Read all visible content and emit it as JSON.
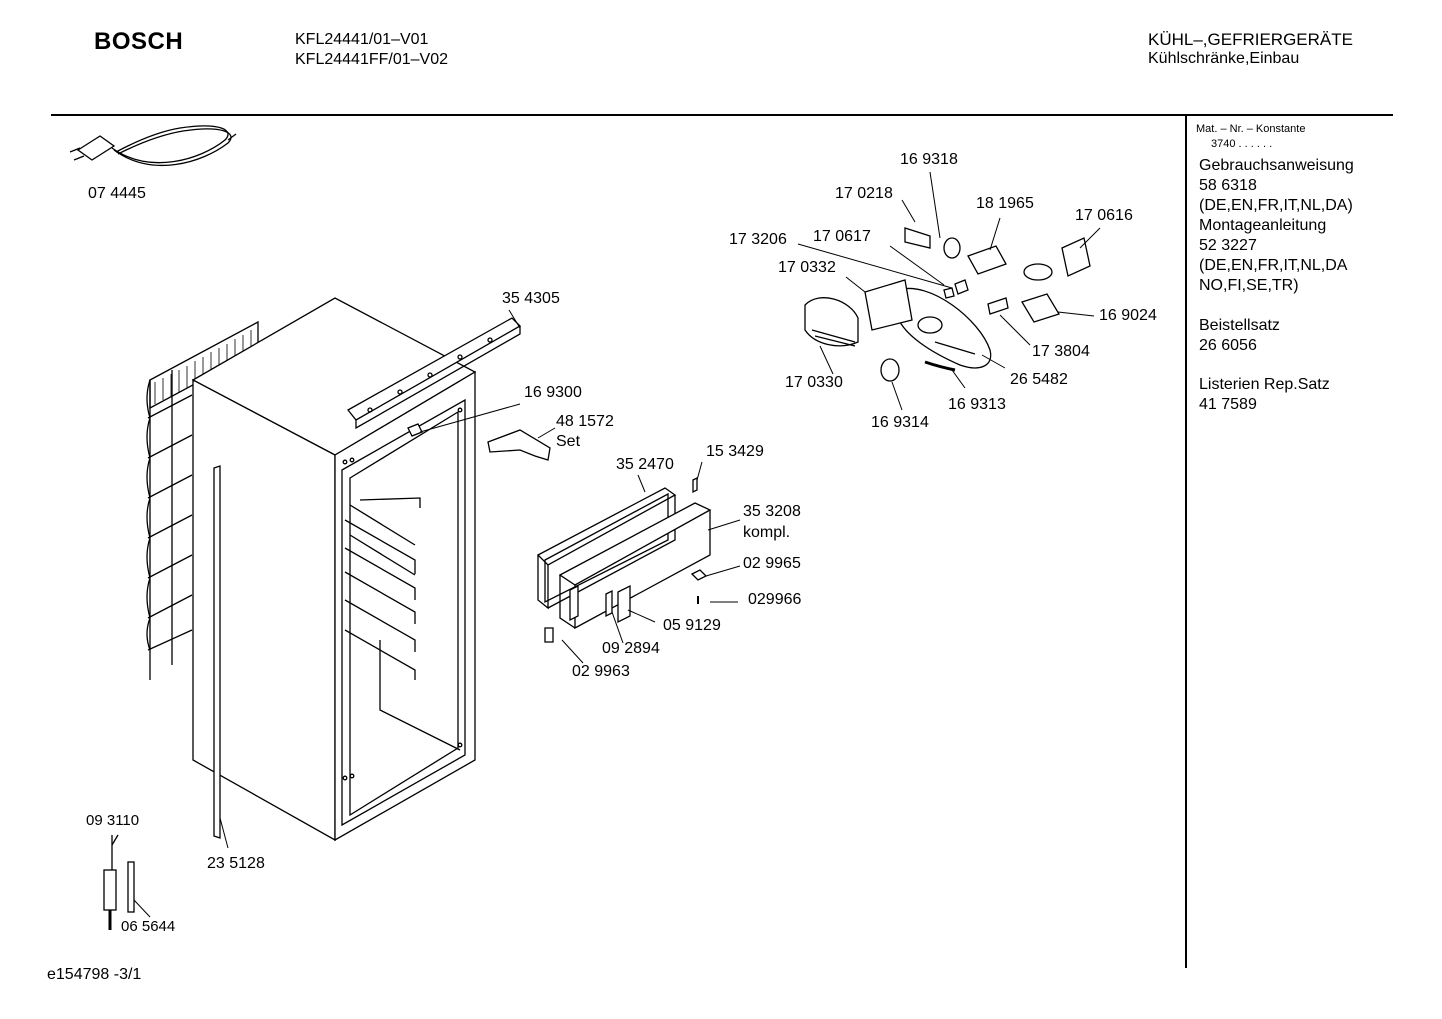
{
  "header": {
    "brand": "BOSCH",
    "models": [
      "KFL24441/01–V01",
      "KFL24441FF/01–V02"
    ],
    "category_line1": "KÜHL–,GEFRIERGERÄTE",
    "category_line2": "Kühlschränke,Einbau"
  },
  "sidebar": {
    "mat_label": "Mat. – Nr. – Konstante",
    "mat_value": "3740  .  .  .  .  .  .",
    "manual_title": "Gebrauchsanweisung",
    "manual_number": "58 6318",
    "manual_langs": "(DE,EN,FR,IT,NL,DA)",
    "install_title": "Montageanleitung",
    "install_number": "52 3227",
    "install_langs_1": "(DE,EN,FR,IT,NL,DA",
    "install_langs_2": "NO,FI,SE,TR)",
    "order_set_title": "Beistellsatz",
    "order_set_number": "26 6056",
    "repair_set_title": "Listerien Rep.Satz",
    "repair_set_number": "41 7589"
  },
  "parts": {
    "p074445": "07 4445",
    "p354305": "35 4305",
    "p169300": "16 9300",
    "p481572": "48 1572",
    "set": "Set",
    "p352470": "35 2470",
    "p153429": "15 3429",
    "p353208": "35 3208",
    "kompl": "kompl.",
    "p029965": "02 9965",
    "p029966": "029966",
    "p059129": "05 9129",
    "p092894": "09 2894",
    "p029963": "02 9963",
    "p169318": "16 9318",
    "p170218": "17 0218",
    "p181965": "18 1965",
    "p170616": "17 0616",
    "p173206": "17 3206",
    "p170617": "17 0617",
    "p170332": "17 0332",
    "p169024": "16 9024",
    "p173804": "17 3804",
    "p265482": "26 5482",
    "p170330": "17 0330",
    "p169313": "16 9313",
    "p169314": "16 9314",
    "p093110": "09 3110",
    "p235128": "23 5128",
    "p065644": "06 5644"
  },
  "footer": {
    "code": "e154798 -3/1"
  }
}
